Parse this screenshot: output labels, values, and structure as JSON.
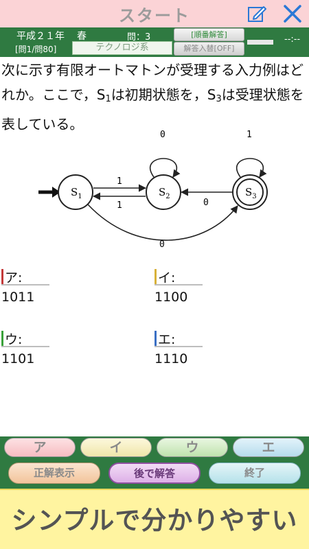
{
  "header": {
    "title": "スタート"
  },
  "info": {
    "year": "平成２１年",
    "season": "春",
    "question_number": "問：3",
    "progress": "[問1/問80]",
    "category": "テクノロジ系",
    "order_button": "[順番解答]",
    "swap_button": "解答入替[OFF]",
    "timer": "--:--"
  },
  "question": {
    "part1": "次に示す有限オートマトンが受理する入力例はどれか。ここで，S",
    "sub1": "1",
    "part2": "は初期状態を，S",
    "sub2": "3",
    "part3": "は受理状態を表している。"
  },
  "diagram": {
    "states": [
      "S",
      "S",
      "S"
    ],
    "state_subs": [
      "1",
      "2",
      "3"
    ],
    "labels": {
      "s1_to_s2": "1",
      "s2_to_s1": "1",
      "s2_loop": "0",
      "s3_loop": "1",
      "s3_to_s2": "0",
      "s1_to_s3": "0"
    }
  },
  "choices": [
    {
      "label": "ア:",
      "value": "1011",
      "mark_color": "#c43a3a"
    },
    {
      "label": "イ:",
      "value": "1100",
      "mark_color": "#d8b23a"
    },
    {
      "label": "ウ:",
      "value": "1101",
      "mark_color": "#3aa13a"
    },
    {
      "label": "エ:",
      "value": "1110",
      "mark_color": "#3a6fc4"
    }
  ],
  "answer_buttons": [
    "ア",
    "イ",
    "ウ",
    "エ"
  ],
  "actions": {
    "show_answer": "正解表示",
    "answer_later": "後で解答",
    "end": "終了"
  },
  "banner": "シンプルで分かりやすい"
}
